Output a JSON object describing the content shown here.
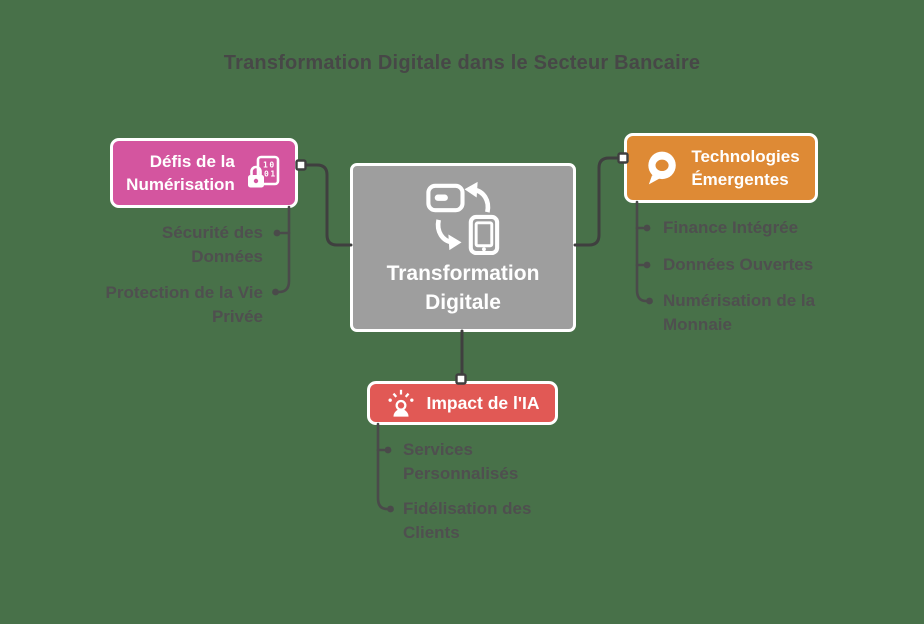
{
  "title": "Transformation Digitale dans le Secteur Bancaire",
  "colors": {
    "background": "#487149",
    "pink": "#D4559F",
    "orange": "#DE8A35",
    "red": "#E15955",
    "gray": "#9E9E9E",
    "wire": "#3F3F3F",
    "text": "#4F4F4F",
    "title": "#474747"
  },
  "center": {
    "label": "Transformation\nDigitale",
    "icon": "card-phone-sync-icon"
  },
  "branches": [
    {
      "label": "Défis de la\nNumérisation",
      "icon": "encrypted-data-lock-icon",
      "children": [
        {
          "label": "Sécurité des\nDonnées"
        },
        {
          "label": "Protection de la Vie\nPrivée"
        }
      ]
    },
    {
      "label": "Technologies\nÉmergentes",
      "icon": "speech-bubble-icon",
      "children": [
        {
          "label": "Finance Intégrée"
        },
        {
          "label": "Données Ouvertes"
        },
        {
          "label": "Numérisation de la\nMonnaie"
        }
      ]
    },
    {
      "label": "Impact de l'IA",
      "icon": "ai-spark-person-icon",
      "children": [
        {
          "label": "Services\nPersonnalisés"
        },
        {
          "label": "Fidélisation des\nClients"
        }
      ]
    }
  ]
}
